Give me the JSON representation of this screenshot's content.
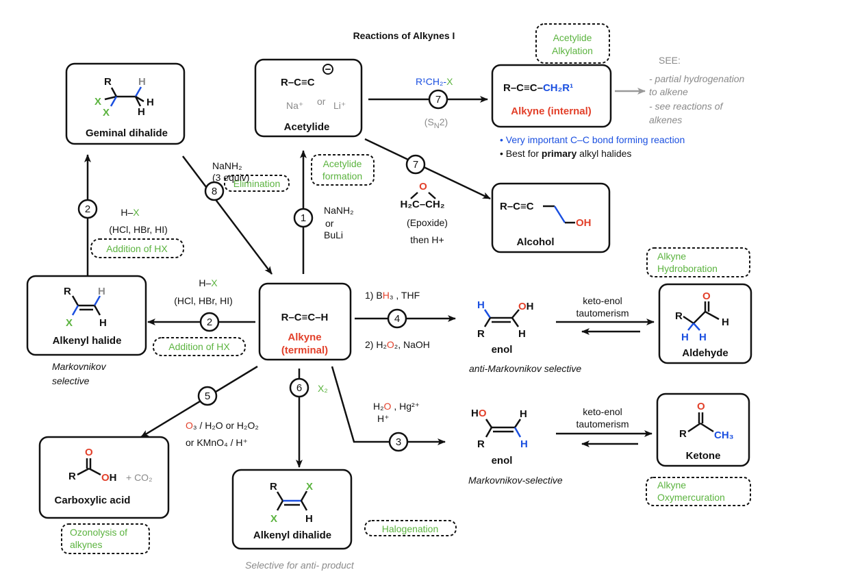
{
  "title": "Reactions of Alkynes I",
  "colors": {
    "reagent_green": "#5bb33f",
    "highlight_blue": "#1a4fe0",
    "product_red": "#e2402a",
    "note_gray": "#8a8a8a"
  },
  "boxes": {
    "geminal": {
      "label": "Geminal dihalide",
      "R": "R",
      "X": "X",
      "H": "H"
    },
    "acetylide": {
      "formula": "R–C≡C",
      "charge": "−",
      "na": "Na⁺",
      "or": "or",
      "li": "Li⁺",
      "label": "Acetylide"
    },
    "internal": {
      "formula": "R–C≡C–",
      "group": "CH₂R¹",
      "label": "Alkyne (internal)"
    },
    "alcohol": {
      "formula": "R–C≡C",
      "oh": "OH",
      "label": "Alcohol"
    },
    "alkenyl_halide": {
      "label": "Alkenyl halide",
      "R": "R",
      "X": "X",
      "H": "H"
    },
    "terminal": {
      "formula": "R–C≡C–H",
      "label1": "Alkyne",
      "label2": "(terminal)"
    },
    "aldehyde": {
      "label": "Aldehyde",
      "R": "R",
      "O": "O",
      "H": "H"
    },
    "ketone": {
      "label": "Ketone",
      "R": "R",
      "O": "O",
      "ch3": "CH₃"
    },
    "carboxylic": {
      "label": "Carboxylic acid",
      "R": "R",
      "O": "O",
      "oh_o": "O",
      "oh_h": "H",
      "plus_co2": "+ CO₂"
    },
    "alkenyl_dihalide": {
      "label": "Alkenyl dihalide",
      "R": "R",
      "X": "X",
      "H": "H"
    }
  },
  "intermediates": {
    "enol_upper": {
      "H": "H",
      "OH": "OH",
      "R": "R",
      "label": "enol"
    },
    "enol_lower": {
      "H_of_HO": "H",
      "O_of_HO": "O",
      "H": "H",
      "R": "R",
      "label": "enol"
    }
  },
  "tags": {
    "acetylide_alkylation": [
      "Acetylide",
      "Alkylation"
    ],
    "elimination": "Elimination",
    "acetylide_formation": [
      "Acetylide",
      "formation"
    ],
    "addition_hx_1": "Addition of HX",
    "addition_hx_2": "Addition of HX",
    "hydroboration": [
      "Alkyne",
      "Hydroboration"
    ],
    "oxymercuration": [
      "Alkyne",
      "Oxymercuration"
    ],
    "ozonolysis": [
      "Ozonolysis of",
      "alkynes"
    ],
    "halogenation": "Halogenation"
  },
  "steps": [
    "1",
    "2",
    "2",
    "3",
    "4",
    "5",
    "6",
    "7",
    "7",
    "8"
  ],
  "reagents": {
    "step7_alkyl": {
      "r1ch2": "R¹CH₂-",
      "x": "X",
      "sn2": "(S",
      "sn2_sub": "N",
      "sn2_end": "2)"
    },
    "step7_epoxide": {
      "o": "O",
      "ring": "H₂C–CH₂",
      "name": "(Epoxide)",
      "then": "then H+"
    },
    "step1": {
      "a": "NaNH₂",
      "or": "or",
      "b": "BuLi"
    },
    "step8": {
      "a": "NaNH₂",
      "b": "(3 equiv)"
    },
    "step2_up": {
      "h": "H–",
      "x": "X",
      "list": "(HCl, HBr, HI)"
    },
    "step2_left": {
      "h": "H–",
      "x": "X",
      "list": "(HCl, HBr, HI)"
    },
    "step4": {
      "l1a": "1) B",
      "l1b": "H",
      "l1c": "₃ , THF",
      "l2a": "2) H₂",
      "l2b": "O",
      "l2c": "₂, NaOH"
    },
    "step3": {
      "a": "H₂",
      "b": "O",
      "c": " , Hg²⁺",
      "d": "H⁺"
    },
    "step5": {
      "a": "O",
      "b": "₃ / H₂O or H₂O₂",
      "c": "or KMnO₄ / H⁺"
    },
    "step6": {
      "x2": "X₂"
    },
    "tautomerism_upper": [
      "keto-enol",
      "tautomerism"
    ],
    "tautomerism_lower": [
      "keto-enol",
      "tautomerism"
    ]
  },
  "notes": {
    "see": "SEE:",
    "see_lines": [
      "- partial hydrogenation",
      "to alkene",
      "- see reactions of",
      "alkenes"
    ],
    "bullet1": "• Very important C–C bond forming reaction",
    "bullet2_a": "• Best for ",
    "bullet2_b": "primary",
    "bullet2_c": " alkyl halides",
    "anti_markovnikov": "anti-Markovnikov selective",
    "markovnikov_hg": "Markovnikov-selective",
    "markovnikov_hx": [
      "Markovnikov",
      "selective"
    ],
    "anti_product": "Selective for anti- product"
  }
}
